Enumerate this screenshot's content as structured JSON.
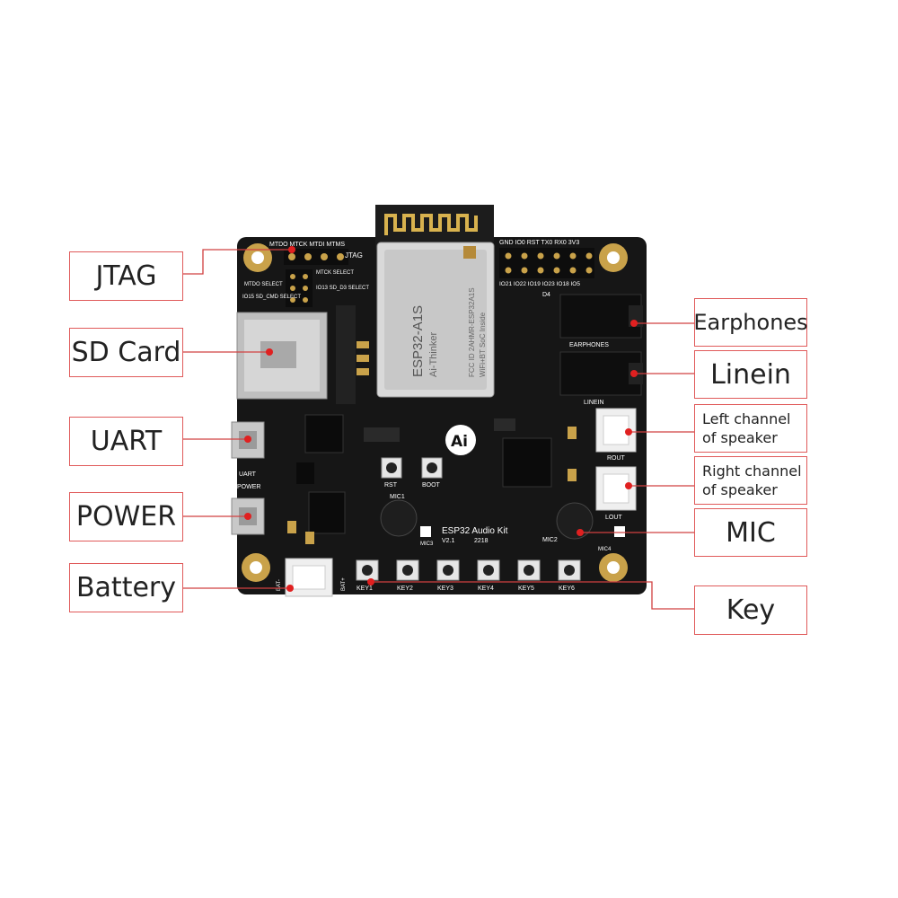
{
  "callouts": {
    "jtag": "JTAG",
    "sd_card": "SD Card",
    "uart": "UART",
    "power": "POWER",
    "battery": "Battery",
    "earphones": "Earphones",
    "linein": "Linein",
    "left_speaker_line1": "Left channel",
    "left_speaker_line2": "of speaker",
    "right_speaker_line1": "Right channel",
    "right_speaker_line2": "of speaker",
    "mic": "MIC",
    "key": "Key"
  },
  "board": {
    "jtag_header_labels": "MTDO MTCK MTDI MTMS",
    "jtag": "JTAG",
    "mtdo_select": "MTDO SELECT",
    "mtck_select": "MTCK SELECT",
    "io15_sd_cmd_select": "IO15 SD_CMD SELECT",
    "io13_sd_d3_select": "IO13 SD_D3 SELECT",
    "module_name": "ESP32-A1S",
    "module_brand": "Ai-Thinker",
    "module_sub": "WiFi+BT SoC Inside",
    "module_fcc": "FCC ID 2AHMR-ESP32A1S",
    "top_header": "GND IO0 RST TX0 RX0 3V3",
    "bottom_header": "IO21 IO22 IO19 IO23 IO18 IO5",
    "earphones": "EARPHONES",
    "linein": "LINEIN",
    "rout": "ROUT",
    "lout": "LOUT",
    "uart": "UART",
    "power": "POWER",
    "rst": "RST",
    "boot": "BOOT",
    "mic1": "MIC1",
    "mic2": "MIC2",
    "mic3": "MIC3",
    "mic4": "MIC4",
    "kit_name": "ESP32 Audio Kit",
    "kit_version": "V2.1",
    "kit_date": "2218",
    "d4": "D4",
    "bat_minus": "BAT-",
    "bat_plus": "BAT+",
    "keys": [
      "KEY1",
      "KEY2",
      "KEY3",
      "KEY4",
      "KEY5",
      "KEY6"
    ],
    "logo": "Ai"
  },
  "colors": {
    "board": "#161616",
    "callout_border": "#e05a5a",
    "leader_line": "#d14040",
    "leader_dot": "#e02020",
    "mounting_hole": "#c9a24a"
  }
}
